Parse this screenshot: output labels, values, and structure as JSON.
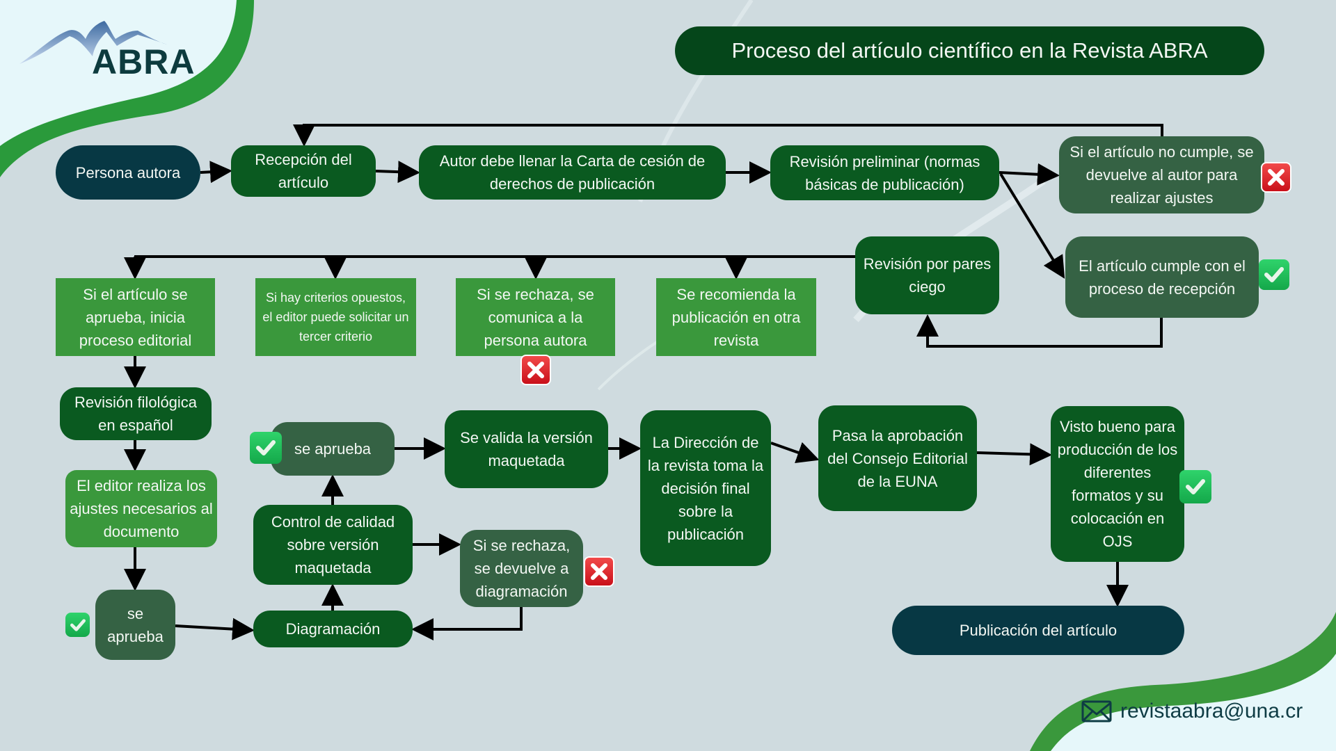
{
  "header": {
    "logo_text": "ABRA",
    "title": "Proceso del artículo científico en la Revista ABRA"
  },
  "colors": {
    "navy": "#073844",
    "dark_green": "#0a5a20",
    "gray_green": "#356244",
    "light_green": "#3a983c",
    "title_green": "#05461a",
    "accent_green": "#2a9a3b"
  },
  "nodes": {
    "persona_autora": "Persona autora",
    "recepcion": "Recepción del artículo",
    "carta": "Autor debe llenar la Carta de cesión de derechos de publicación",
    "revision_preliminar": "Revisión preliminar (normas básicas de publicación)",
    "no_cumple": "Si el artículo no cumple, se devuelve al autor para realizar ajustes",
    "cumple": "El artículo cumple con el proceso de recepción",
    "pares": "Revisión por pares ciego",
    "aprueba_editorial": "Si el artículo se aprueba, inicia proceso editorial",
    "tercer_criterio": "Si hay criterios opuestos, el editor puede solicitar un tercer criterio",
    "rechaza_autora": "Si se rechaza, se comunica a la persona autora",
    "otra_revista": "Se recomienda la publicación en otra revista",
    "filologica": "Revisión filológica en español",
    "ajustes_editor": "El editor realiza los ajustes necesarios al documento",
    "se_aprueba_1": "se aprueba",
    "diagramacion": "Diagramación",
    "control_calidad": "Control de calidad sobre versión maquetada",
    "se_aprueba_2": "se aprueba",
    "rechaza_diagramacion": "Si se rechaza, se devuelve a diagramación",
    "valida": "Se valida la versión maquetada",
    "direccion": "La Dirección de la revista toma la decisión final sobre la publicación",
    "consejo": "Pasa la aprobación del Consejo Editorial de la EUNA",
    "visto_bueno": "Visto bueno para producción de los diferentes formatos y su colocación en OJS",
    "publicacion": "Publicación del artículo"
  },
  "icons": {
    "reject": "x-icon",
    "approve": "check-icon",
    "email": "envelope-icon",
    "logo": "mountain-icon"
  },
  "footer": {
    "email": "revistaabra@una.cr"
  }
}
